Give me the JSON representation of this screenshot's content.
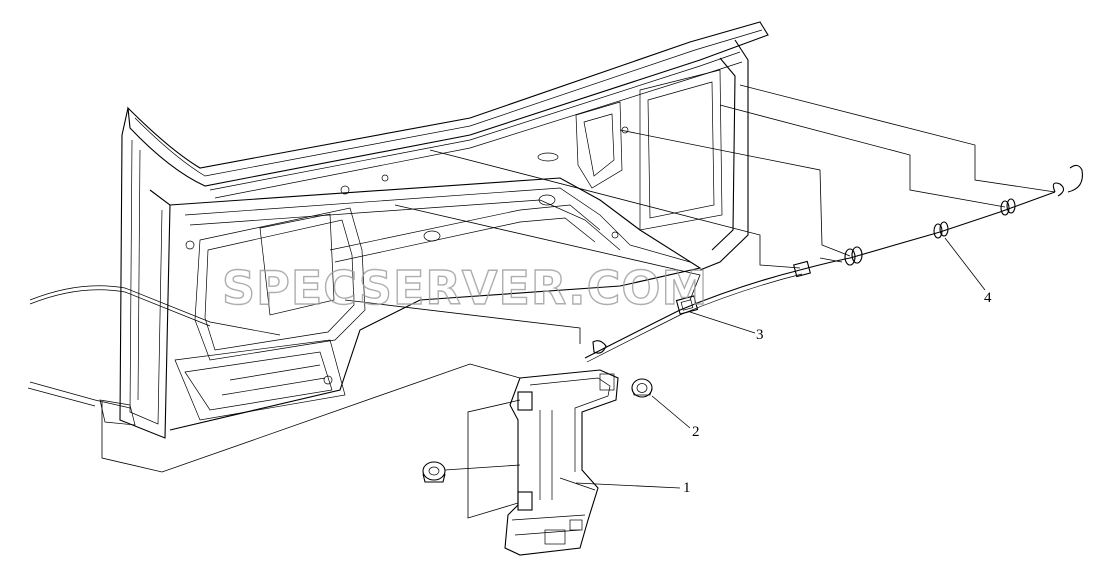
{
  "watermark": "SPECSERVER.COM",
  "callouts": [
    {
      "id": "1",
      "label": "1"
    },
    {
      "id": "2",
      "label": "2"
    },
    {
      "id": "3",
      "label": "3"
    },
    {
      "id": "4",
      "label": "4"
    }
  ],
  "parts": [
    {
      "name": "cab-body-frame"
    },
    {
      "name": "mounting-bracket"
    },
    {
      "name": "nut"
    },
    {
      "name": "cable-clip"
    },
    {
      "name": "release-cable"
    }
  ]
}
